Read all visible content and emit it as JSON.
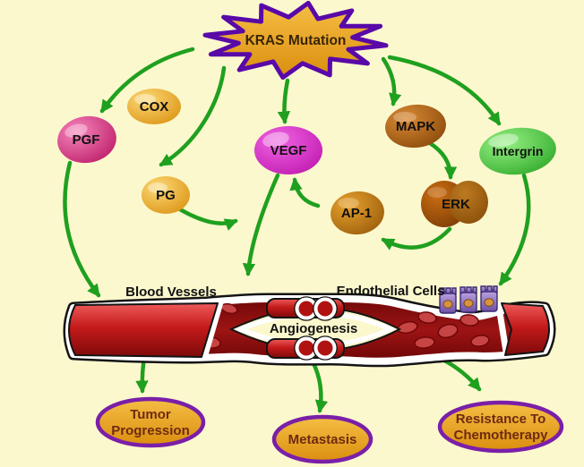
{
  "colors": {
    "background": "#FCF8CE",
    "arrow": "#1FA01F",
    "star_fill_top": "#F5BE45",
    "star_fill_bottom": "#DB8E0E",
    "star_border": "#5909A8",
    "outcome_fill": "#E8A51E",
    "outcome_border": "#7A1FA8",
    "outcome_text": "#6E2B10",
    "vessel_tube_red": "#C41A1A",
    "vessel_interior": "#8E0E0E",
    "vessel_wall": "#FFFFFF",
    "endothelial_purple": "#8A68BE",
    "endothelial_dot_orange": "#D79440",
    "node_pgf_pink": "#D6257A",
    "node_cox_gold": "#EFA91F",
    "node_pg_gold": "#EFA91F",
    "node_vegf_magenta": "#D92BC8",
    "node_mapk_brown": "#A35A10",
    "node_erk_brown": "#9A4E08",
    "node_ap1_orange": "#C07712",
    "node_intergrin_green": "#3BC437"
  },
  "nodes": {
    "kras": {
      "label": "KRAS Mutation"
    },
    "cox": {
      "label": "COX"
    },
    "pgf": {
      "label": "PGF"
    },
    "pg": {
      "label": "PG"
    },
    "vegf": {
      "label": "VEGF"
    },
    "mapk": {
      "label": "MAPK"
    },
    "erk": {
      "label": "ERK"
    },
    "ap1": {
      "label": "AP-1"
    },
    "intergrin": {
      "label": "Intergrin"
    }
  },
  "vessel_labels": {
    "blood_vessels": "Blood Vessels",
    "endothelial_cells": "Endothelial Cells",
    "angiogenesis": "Angiogenesis"
  },
  "outcomes": {
    "tumor": {
      "line1": "Tumor",
      "line2": "Progression"
    },
    "metastasis": {
      "label": "Metastasis"
    },
    "resistance": {
      "line1": "Resistance To",
      "line2": "Chemotherapy"
    }
  },
  "edges": [
    {
      "from": "KRAS Mutation",
      "to": "PGF"
    },
    {
      "from": "KRAS Mutation",
      "to": "PG",
      "via": "COX"
    },
    {
      "from": "KRAS Mutation",
      "to": "VEGF"
    },
    {
      "from": "KRAS Mutation",
      "to": "MAPK"
    },
    {
      "from": "KRAS Mutation",
      "to": "Intergrin"
    },
    {
      "from": "MAPK",
      "to": "ERK"
    },
    {
      "from": "ERK",
      "to": "AP-1"
    },
    {
      "from": "AP-1",
      "to": "VEGF"
    },
    {
      "from": "PG",
      "to": "Angiogenesis"
    },
    {
      "from": "VEGF",
      "to": "Blood Vessels / Angiogenesis"
    },
    {
      "from": "PGF",
      "to": "Blood Vessels"
    },
    {
      "from": "Intergrin",
      "to": "Endothelial Cells"
    },
    {
      "from": "Blood Vessels",
      "to": "Tumor Progression"
    },
    {
      "from": "Blood Vessels",
      "to": "Metastasis"
    },
    {
      "from": "Blood Vessels",
      "to": "Resistance To Chemotherapy"
    }
  ]
}
